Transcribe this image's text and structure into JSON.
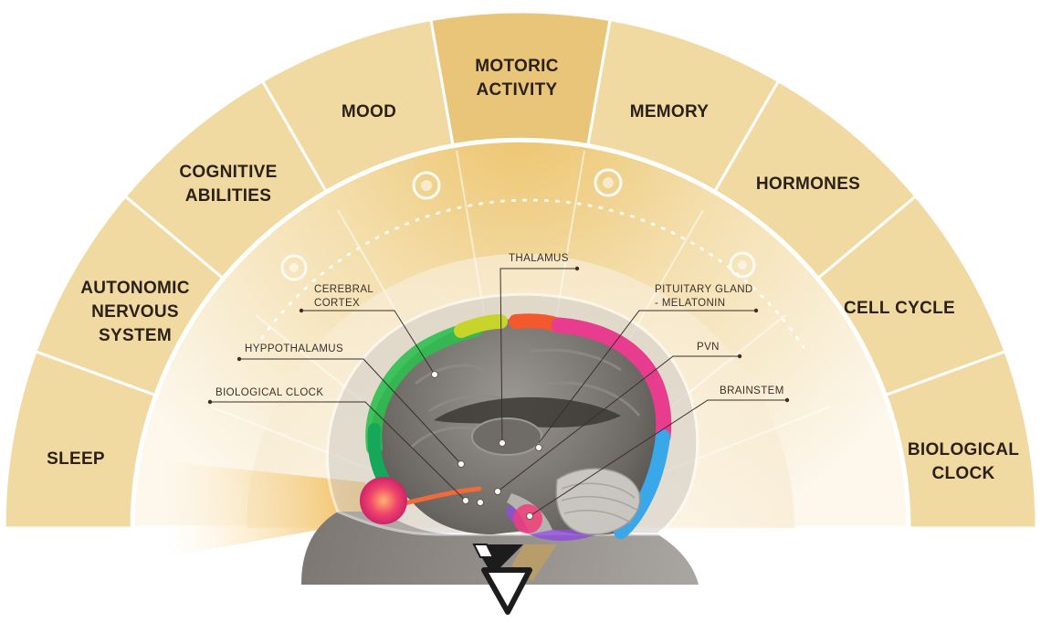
{
  "diagram": {
    "segments": [
      {
        "id": "sleep",
        "lines": [
          "SLEEP"
        ]
      },
      {
        "id": "autonomic",
        "lines": [
          "AUTONOMIC",
          "NERVOUS",
          "SYSTEM"
        ]
      },
      {
        "id": "cognitive",
        "lines": [
          "COGNITIVE",
          "ABILITIES"
        ]
      },
      {
        "id": "mood",
        "lines": [
          "MOOD"
        ]
      },
      {
        "id": "motoric",
        "lines": [
          "MOTORIC",
          "ACTIVITY"
        ]
      },
      {
        "id": "memory",
        "lines": [
          "MEMORY"
        ]
      },
      {
        "id": "hormones",
        "lines": [
          "HORMONES"
        ]
      },
      {
        "id": "cell-cycle",
        "lines": [
          "CELL CYCLE"
        ]
      },
      {
        "id": "biological-clock",
        "lines": [
          "BIOLOGICAL",
          "CLOCK"
        ]
      }
    ],
    "brain_labels": [
      {
        "id": "thalamus",
        "lines": [
          "THALAMUS"
        ]
      },
      {
        "id": "cerebral-cortex",
        "lines": [
          "CEREBRAL",
          "CORTEX"
        ]
      },
      {
        "id": "pituitary",
        "lines": [
          "PITUITARY GLAND",
          "- MELATONIN"
        ]
      },
      {
        "id": "hyppothalamus",
        "lines": [
          "HYPPOTHALAMUS"
        ]
      },
      {
        "id": "pvn",
        "lines": [
          "PVN"
        ]
      },
      {
        "id": "biological-clock-area",
        "lines": [
          "BIOLOGICAL CLOCK"
        ]
      },
      {
        "id": "brainstem",
        "lines": [
          "BRAINSTEM"
        ]
      }
    ],
    "colors": {
      "segment_fill": "#f1d9a2",
      "segment_fill_top": "#e9c57a",
      "segment_border": "#ffffff",
      "inner_glow": "#f6e7c4",
      "text": "#2b2118",
      "brain": "#6d6a66",
      "logo_gold": "#b89d6a",
      "logo_dark": "#1c1c1c"
    }
  }
}
